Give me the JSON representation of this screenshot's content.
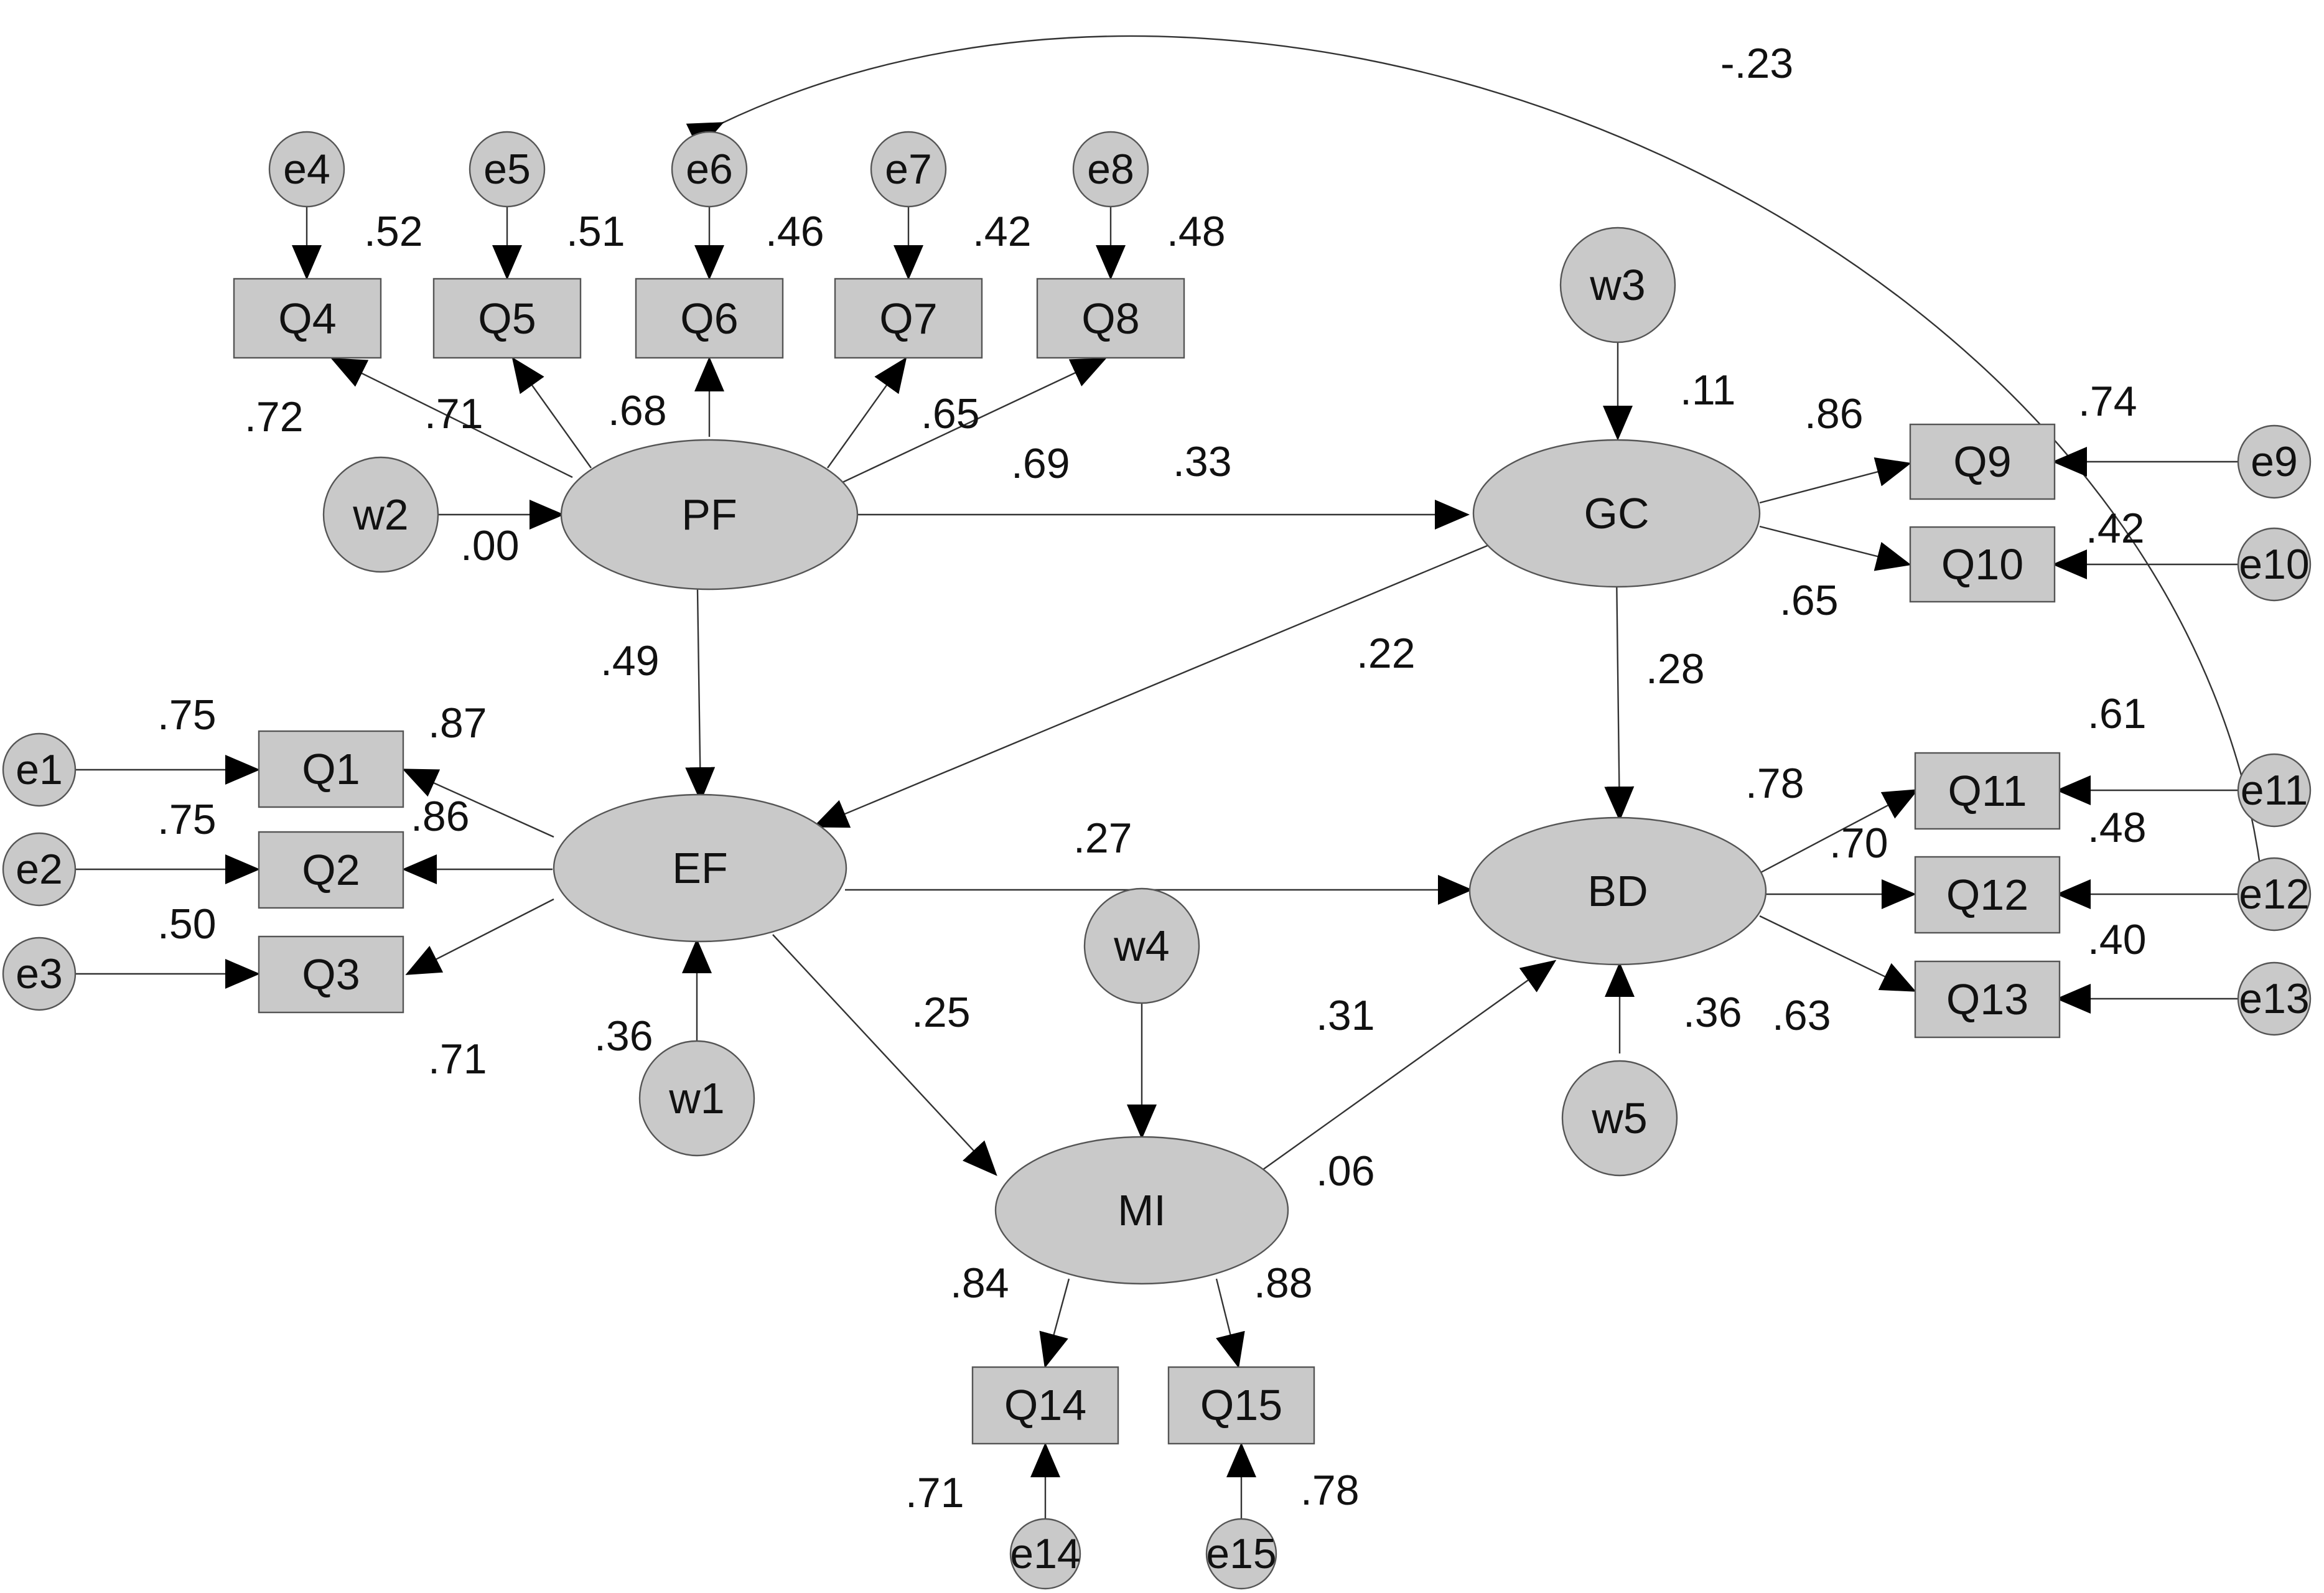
{
  "nodes": {
    "e1": "e1",
    "e2": "e2",
    "e3": "e3",
    "e4": "e4",
    "e5": "e5",
    "e6": "e6",
    "e7": "e7",
    "e8": "e8",
    "e9": "e9",
    "e10": "e10",
    "e11": "e11",
    "e12": "e12",
    "e13": "e13",
    "e14": "e14",
    "e15": "e15",
    "w1": "w1",
    "w2": "w2",
    "w3": "w3",
    "w4": "w4",
    "w5": "w5",
    "Q1": "Q1",
    "Q2": "Q2",
    "Q3": "Q3",
    "Q4": "Q4",
    "Q5": "Q5",
    "Q6": "Q6",
    "Q7": "Q7",
    "Q8": "Q8",
    "Q9": "Q9",
    "Q10": "Q10",
    "Q11": "Q11",
    "Q12": "Q12",
    "Q13": "Q13",
    "Q14": "Q14",
    "Q15": "Q15",
    "PF": "PF",
    "GC": "GC",
    "EF": "EF",
    "BD": "BD",
    "MI": "MI"
  },
  "coefficients": {
    "c_e6_e13": "-.23",
    "r2_q4": ".52",
    "r2_q5": ".51",
    "r2_q6": ".46",
    "r2_q7": ".42",
    "r2_q8": ".48",
    "pf_q4": ".72",
    "pf_q5": ".71",
    "pf_q6": ".68",
    "pf_q7": ".65",
    "pf_q8": ".69",
    "r2_pf": ".00",
    "pf_gc": ".33",
    "r2_gc": ".11",
    "gc_q9": ".86",
    "r2_q9": ".74",
    "gc_q10": ".65",
    "r2_q10": ".42",
    "pf_ef": ".49",
    "gc_ef": ".22",
    "gc_bd": ".28",
    "r2_q1": ".75",
    "r2_q2": ".75",
    "r2_q3": ".50",
    "ef_q1": ".87",
    "ef_q2": ".86",
    "ef_q3": ".71",
    "r2_ef": ".36",
    "ef_bd": ".27",
    "ef_mi": ".25",
    "mi_bd": ".31",
    "r2_mi": ".06",
    "r2_q11": ".61",
    "bd_q11": ".78",
    "bd_q12": ".70",
    "r2_q12": ".48",
    "r2_q13": ".40",
    "r2_bd": ".36",
    "bd_q13": ".63",
    "mi_q14": ".84",
    "mi_q15": ".88",
    "r2_q14": ".71",
    "r2_q15": ".78"
  }
}
